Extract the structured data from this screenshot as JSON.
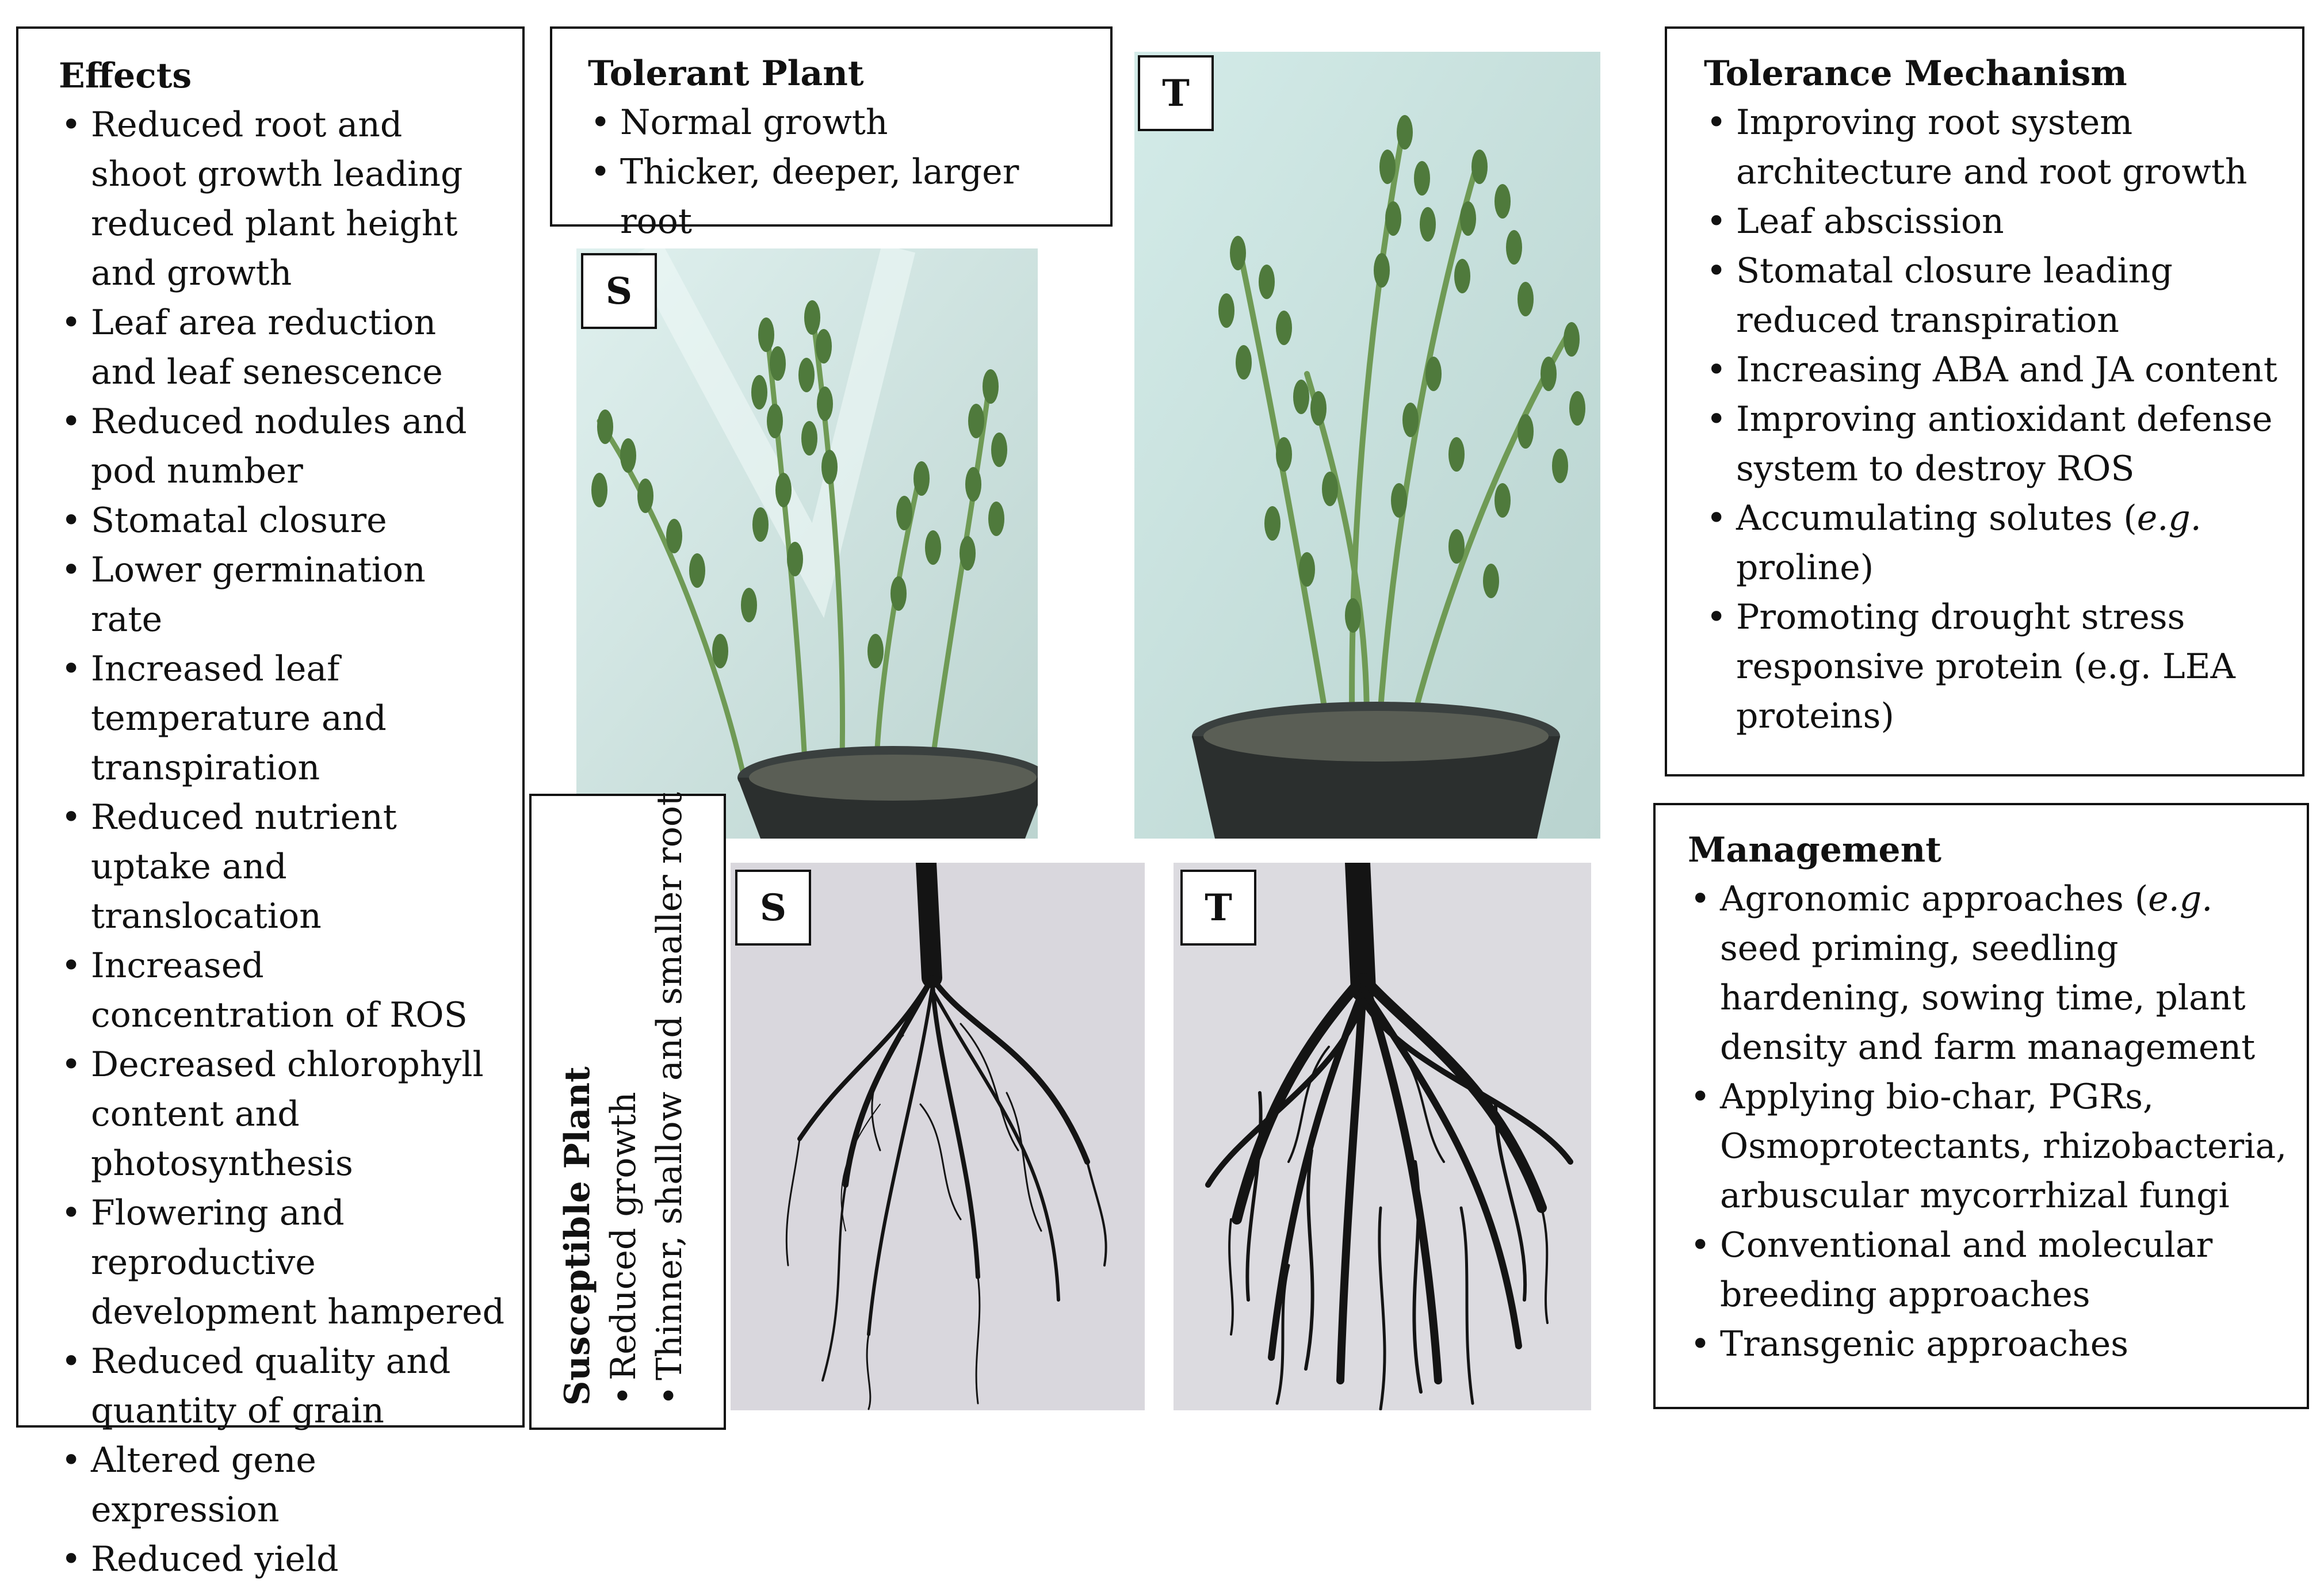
{
  "effects": {
    "title": "Effects",
    "items": [
      "Reduced root and shoot growth leading reduced plant height and growth",
      "Leaf area reduction and leaf senescence",
      "Reduced nodules and pod number",
      "Stomatal closure",
      "Lower germination rate",
      "Increased leaf temperature and transpiration",
      "Reduced nutrient uptake and translocation",
      "Increased concentration of ROS",
      "Decreased chlorophyll content and photosynthesis",
      "Flowering and reproductive development hampered",
      "Reduced quality and quantity of grain",
      "Altered gene expression",
      "Reduced yield"
    ]
  },
  "tolerant": {
    "title": "Tolerant Plant",
    "items": [
      "Normal growth",
      "Thicker, deeper, larger root"
    ]
  },
  "susceptible": {
    "title": "Susceptible Plant",
    "items": [
      "Reduced growth",
      "Thinner, shallow and smaller root"
    ]
  },
  "mechanism": {
    "title": "Tolerance Mechanism",
    "items": [
      "Improving root system architecture and root growth",
      "Leaf abscission",
      "Stomatal closure leading reduced transpiration",
      "Increasing ABA and JA content",
      "Improving antioxidant defense system to destroy ROS",
      "Promoting drought stress responsive protein (e.g.  LEA proteins)"
    ],
    "solutes_pre": "Accumulating solutes (",
    "solutes_eg": "e.g.",
    "solutes_post": " proline)"
  },
  "management": {
    "title": "Management",
    "agronomic_pre": "Agronomic approaches (",
    "agronomic_eg": "e.g.",
    "agronomic_post": " seed priming, seedling hardening, sowing time, plant density and farm management",
    "items": [
      "Applying bio-char, PGRs, Osmoprotectants, rhizobacteria, arbuscular mycorrhizal fungi",
      "Conventional and molecular breeding approaches",
      "Transgenic approaches"
    ]
  },
  "tags": {
    "shoot_s": "S",
    "shoot_t": "T",
    "root_s": "S",
    "root_t": "T"
  },
  "colors": {
    "photo_background": "#cfe3de",
    "leaf_green": "#4f7a3c",
    "stem_green": "#6f9a55",
    "pot": "#2b2f2e",
    "root_background": "#d9d7dd",
    "root_dark": "#141414"
  }
}
